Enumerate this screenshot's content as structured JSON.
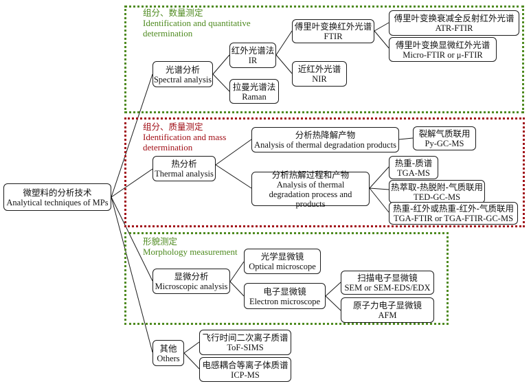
{
  "groups": {
    "identification_quantitative": {
      "zh": "组分、数量测定",
      "en": "Identification and quantitative determination",
      "color": "#4e8a1f"
    },
    "identification_mass": {
      "zh": "组分、质量测定",
      "en": "Identification and mass determination",
      "color": "#a10f17"
    },
    "morphology": {
      "zh": "形貌测定",
      "en": "Morphology measurement",
      "color": "#4e8a1f"
    }
  },
  "nodes": {
    "root": {
      "zh": "微塑料的分析技术",
      "en": "Analytical techniques of MPs"
    },
    "spectral": {
      "zh": "光谱分析",
      "en": "Spectral analysis"
    },
    "ir": {
      "zh": "红外光谱法",
      "en": "IR"
    },
    "raman": {
      "zh": "拉曼光谱法",
      "en": "Raman"
    },
    "ftir": {
      "zh": "傅里叶变换红外光谱",
      "en": "FTIR"
    },
    "nir": {
      "zh": "近红外光谱",
      "en": "NIR"
    },
    "atr": {
      "zh": "傅里叶变换衰减全反射红外光谱",
      "en": "ATR-FTIR"
    },
    "micro_ftir": {
      "zh": "傅里叶变换显微红外光谱",
      "en": "Micro-FTIR or μ-FTIR"
    },
    "thermal": {
      "zh": "热分析",
      "en": "Thermal analysis"
    },
    "degradation_products": {
      "zh": "分析热降解产物",
      "en": "Analysis of thermal degradation products"
    },
    "pygcms": {
      "zh": "裂解气质联用",
      "en": "Py-GC-MS"
    },
    "degradation_process": {
      "zh": "分析热解过程和产物",
      "en": "Analysis of thermal degradation process and products"
    },
    "tga": {
      "zh": "热重-质谱",
      "en": "TGA-MS"
    },
    "ted": {
      "zh": "热萃取-热脱附-气质联用",
      "en": "TED-GC-MS"
    },
    "tgaftir": {
      "zh": "热重-红外或热重-红外-气质联用",
      "en": "TGA-FTIR or TGA-FTIR-GC-MS"
    },
    "microscopic": {
      "zh": "显微分析",
      "en": "Microscopic analysis"
    },
    "optical": {
      "zh": "光学显微镜",
      "en": "Optical microscope"
    },
    "electron": {
      "zh": "电子显微镜",
      "en": "Electron microscope"
    },
    "sem": {
      "zh": "扫描电子显微镜",
      "en": "SEM or SEM-EDS/EDX"
    },
    "afm": {
      "zh": "原子力电子显微镜",
      "en": "AFM"
    },
    "others": {
      "zh": "其他",
      "en": "Others"
    },
    "tofsims": {
      "zh": "飞行时间二次离子质谱",
      "en": "ToF-SIMS"
    },
    "icpms": {
      "zh": "电感耦合等离子体质谱",
      "en": "ICP-MS"
    }
  }
}
